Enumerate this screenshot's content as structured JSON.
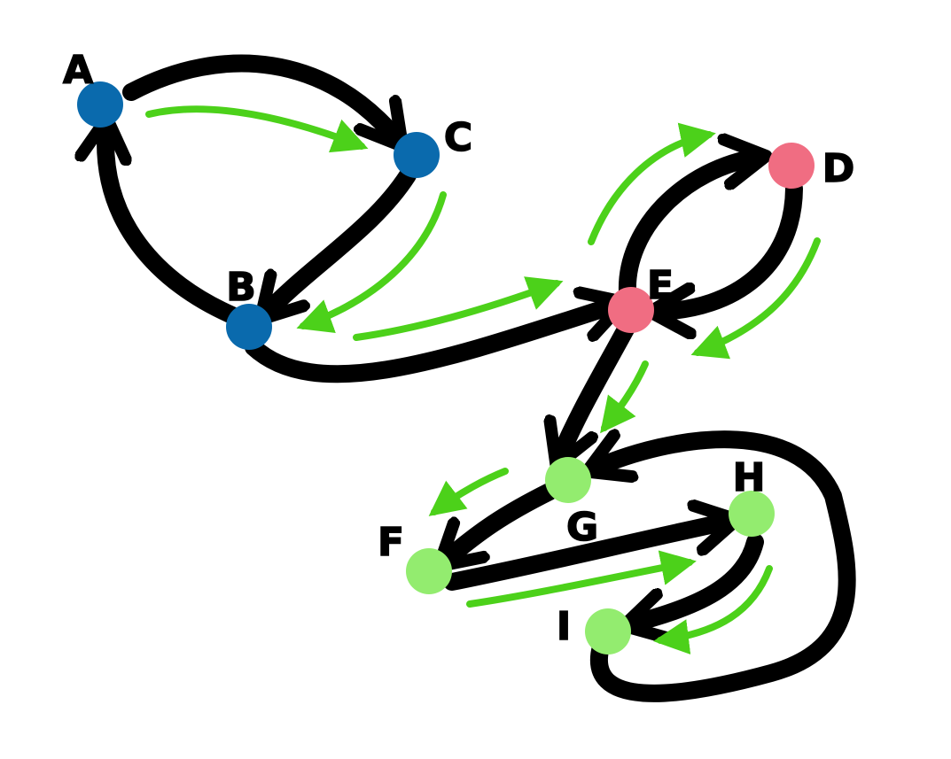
{
  "colors": {
    "edge": "#000000",
    "flow_arrow": "#4cd11a",
    "component_blue": "#0a6aad",
    "component_pink": "#f06d82",
    "component_green": "#93ec6f"
  },
  "nodes": [
    {
      "id": "A",
      "label": "A",
      "component": "blue"
    },
    {
      "id": "B",
      "label": "B",
      "component": "blue"
    },
    {
      "id": "C",
      "label": "C",
      "component": "blue"
    },
    {
      "id": "D",
      "label": "D",
      "component": "pink"
    },
    {
      "id": "E",
      "label": "E",
      "component": "pink"
    },
    {
      "id": "F",
      "label": "F",
      "component": "green"
    },
    {
      "id": "G",
      "label": "G",
      "component": "green"
    },
    {
      "id": "H",
      "label": "H",
      "component": "green"
    },
    {
      "id": "I",
      "label": "I",
      "component": "green"
    }
  ],
  "edges": [
    {
      "from": "A",
      "to": "C"
    },
    {
      "from": "C",
      "to": "B"
    },
    {
      "from": "B",
      "to": "A"
    },
    {
      "from": "B",
      "to": "E"
    },
    {
      "from": "E",
      "to": "D"
    },
    {
      "from": "D",
      "to": "E"
    },
    {
      "from": "E",
      "to": "G"
    },
    {
      "from": "G",
      "to": "F"
    },
    {
      "from": "F",
      "to": "H"
    },
    {
      "from": "H",
      "to": "I"
    },
    {
      "from": "I",
      "to": "G"
    }
  ],
  "traversal_arrows": [
    {
      "from": "A",
      "to": "C"
    },
    {
      "from": "C",
      "to": "B"
    },
    {
      "from": "B",
      "to": "E"
    },
    {
      "from": "E",
      "to": "D"
    },
    {
      "from": "D",
      "to": "E"
    },
    {
      "from": "E",
      "to": "G"
    },
    {
      "from": "G",
      "to": "F"
    },
    {
      "from": "F",
      "to": "H"
    },
    {
      "from": "H",
      "to": "I"
    }
  ]
}
